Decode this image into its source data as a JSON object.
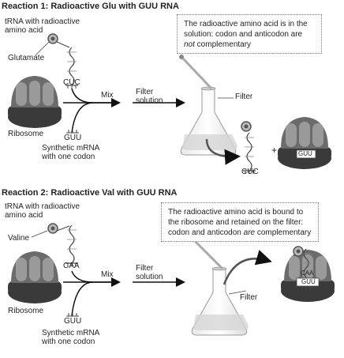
{
  "reaction1": {
    "title": "Reaction 1: Radioactive Glu with GUU RNA",
    "trna_label": "tRNA with radioactive amino acid",
    "trna_line1": "tRNA with radioactive",
    "trna_line2": "amino acid",
    "amino_acid": "Glutamate",
    "anticodon": "CUC",
    "ribosome": "Ribosome",
    "mrna_codon": "GUU",
    "mrna_label_line1": "Synthetic mRNA",
    "mrna_label_line2": "with one codon",
    "mix": "Mix",
    "filter_solution_line1": "Filter",
    "filter_solution_line2": "solution",
    "filter": "Filter",
    "note_part1": "The radioactive amino acid is in the solution: codon and anticodon are ",
    "note_emph": "not",
    "note_part2": " complementary",
    "result_anticodon": "CUC",
    "plus": "+",
    "result_codon": "GUU"
  },
  "reaction2": {
    "title": "Reaction 2: Radioactive Val with GUU RNA",
    "trna_line1": "tRNA with radioactive",
    "trna_line2": "amino acid",
    "amino_acid": "Valine",
    "anticodon": "CAA",
    "ribosome": "Ribosome",
    "mrna_codon": "GUU",
    "mrna_label_line1": "Synthetic mRNA",
    "mrna_label_line2": "with one codon",
    "mix": "Mix",
    "filter_solution_line1": "Filter",
    "filter_solution_line2": "solution",
    "filter": "Filter",
    "note_part1": "The radioactive amino acid is bound to the ribosome and retained on the filter: codon and anticodon ",
    "note_emph": "are",
    "note_part2": " complementary",
    "result_anticodon": "CAA",
    "result_codon": "GUU"
  },
  "colors": {
    "ribosome_dark": "#3a3a3a",
    "ribosome_mid": "#6b6b6b",
    "ribosome_light": "#a7a7a7",
    "arrow": "#111111",
    "flask_glass": "#f2f2f2",
    "amino_acid_ring": "#555555"
  }
}
